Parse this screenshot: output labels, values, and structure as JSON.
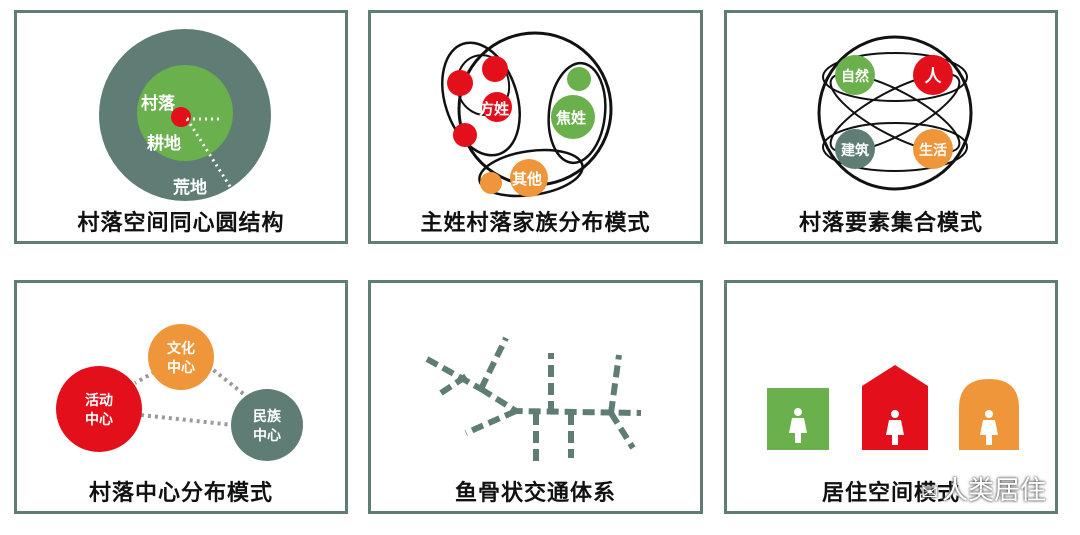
{
  "panels": [
    {
      "caption": "村落空间同心圆结构",
      "labels": {
        "village": "村落",
        "farmland": "耕地",
        "wasteland": "荒地"
      }
    },
    {
      "caption": "主姓村落家族分布模式",
      "labels": {
        "fang": "方姓",
        "jiao": "焦姓",
        "other": "其他"
      }
    },
    {
      "caption": "村落要素集合模式",
      "labels": {
        "nature": "自然",
        "people": "人",
        "building": "建筑",
        "life": "生活"
      }
    },
    {
      "caption": "村落中心分布模式",
      "labels": {
        "activity": "活动中心",
        "culture": "文化中心",
        "ethnic": "民族中心"
      }
    },
    {
      "caption": "鱼骨状交通体系",
      "labels": {}
    },
    {
      "caption": "居住空间模式",
      "labels": {}
    }
  ],
  "watermark": {
    "text": "人类居住",
    "icon": "wechat-icon"
  },
  "colors": {
    "green_dark": "#5f7d75",
    "green_light": "#6ab04c",
    "red": "#e3101c",
    "orange": "#f0963a"
  }
}
